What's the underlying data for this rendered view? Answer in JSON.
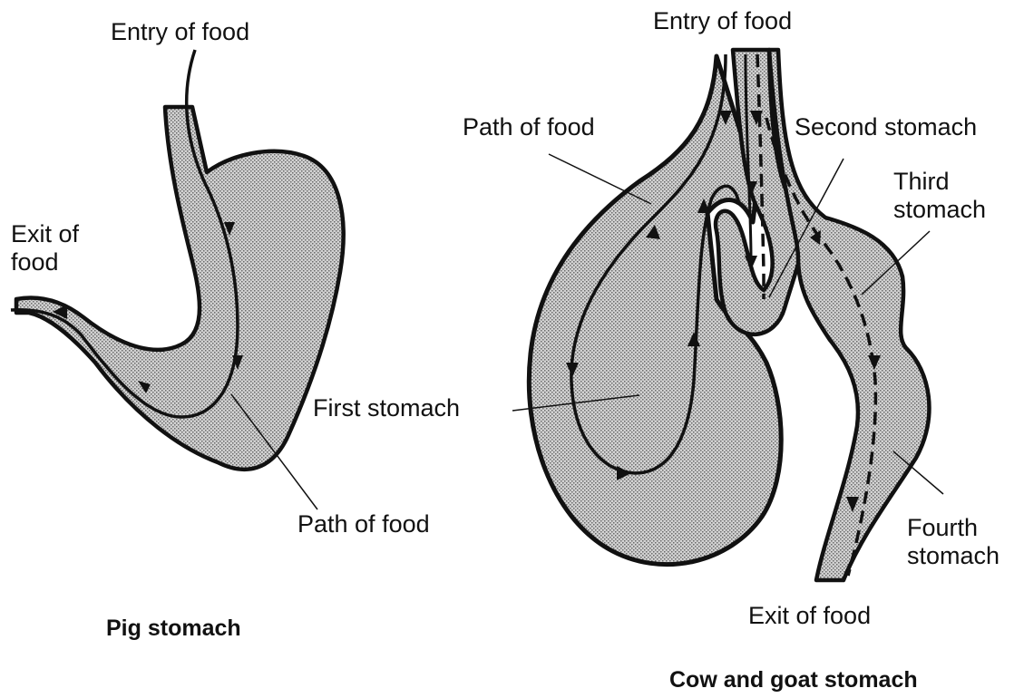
{
  "pig": {
    "entry_label": "Entry of food",
    "exit_label_line1": "Exit of",
    "exit_label_line2": "food",
    "path_label": "Path of food",
    "caption": "Pig stomach"
  },
  "cow": {
    "entry_label": "Entry of food",
    "path_label": "Path of food",
    "first_stomach_label": "First stomach",
    "second_stomach_label": "Second stomach",
    "third_stomach_line1": "Third",
    "third_stomach_line2": "stomach",
    "fourth_stomach_line1": "Fourth",
    "fourth_stomach_line2": "stomach",
    "exit_label": "Exit of food",
    "caption": "Cow and goat stomach"
  }
}
